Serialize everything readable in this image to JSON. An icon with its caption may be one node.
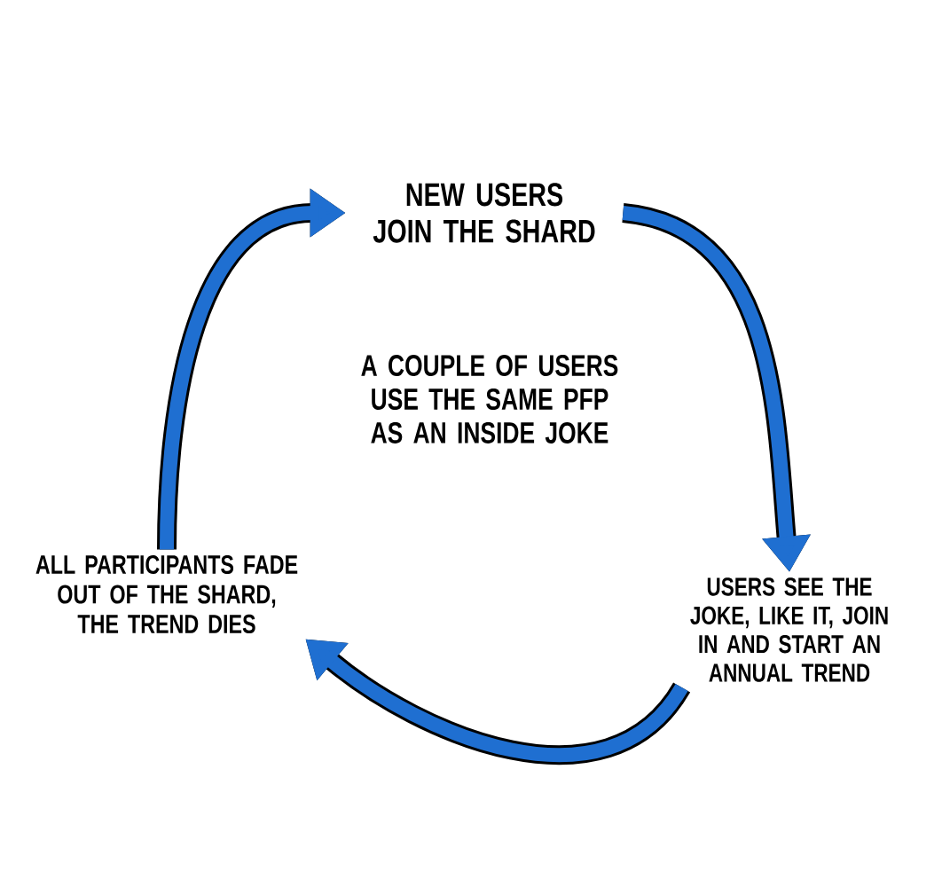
{
  "diagram": {
    "nodes": [
      {
        "text": [
          "NEW USERS JOIN THE SHARD"
        ]
      },
      {
        "text": [
          "A COUPLE OF USERS USE THE SAME PFP AS AN INSIDE JOKE"
        ]
      },
      {
        "text": [
          "USERS SEE THE JOKE, LIKE IT, JOIN IN AND START AN ANNUAL TREND"
        ]
      },
      {
        "text": [
          "ALL PARTICIPANTS FADE OUT OF THE SHARD, THE TREND DIES"
        ]
      }
    ],
    "edges": [
      {
        "from": 0,
        "to": 2,
        "arrow": "to"
      },
      {
        "from": 2,
        "to": 3,
        "arrow": "to"
      },
      {
        "from": 3,
        "to": 0,
        "arrow": "to"
      }
    ]
  }
}
